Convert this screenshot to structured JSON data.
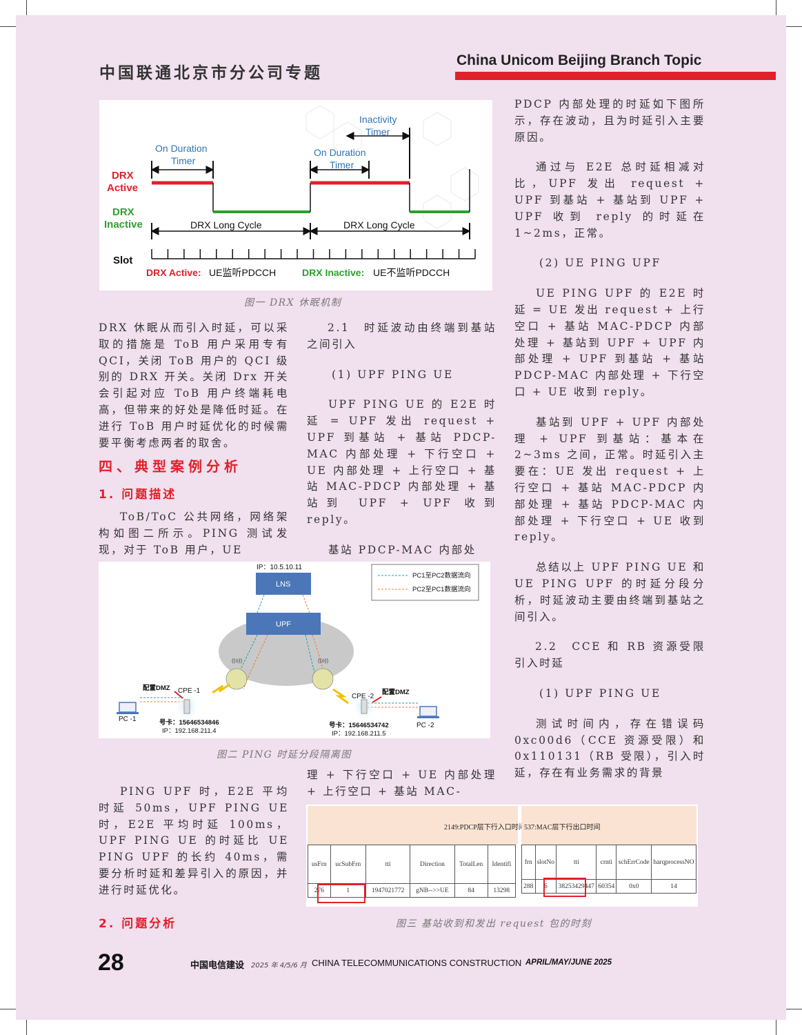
{
  "header": {
    "title_cn": "中国联通北京市分公司专题",
    "title_en": "China Unicom Beijing Branch Topic"
  },
  "figure1": {
    "caption": "图一 DRX 休眠机制",
    "labels": {
      "inactivity_timer_l1": "Inactivity",
      "inactivity_timer_l2": "Timer",
      "on_duration_l1": "On Duration",
      "on_duration_l2": "Timer",
      "drx_active_l1": "DRX",
      "drx_active_l2": "Active",
      "drx_inactive_l1": "DRX",
      "drx_inactive_l2": "Inactive",
      "long_cycle": "DRX Long Cycle",
      "slot": "Slot",
      "legend_active_key": "DRX Active:",
      "legend_active_val": "UE监听PDCCH",
      "legend_inactive_key": "DRX Inactive:",
      "legend_inactive_val": "UE不监听PDCCH"
    }
  },
  "figure2": {
    "caption": "图二 PING 时延分段隔离图",
    "labels": {
      "ip_top": "IP：10.5.10.11",
      "lns": "LNS",
      "upf": "UPF",
      "legend1": "PC1至PC2数据流向",
      "legend2": "PC2至PC1数据流向",
      "dmz1": "配置DMZ",
      "cpe1": "CPE -1",
      "pc1": "PC -1",
      "card1": "号卡：15646534846",
      "ip1": "IP：192.168.211.4",
      "dmz2": "配置DMZ",
      "cpe2": "CPE -2",
      "pc2": "PC -2",
      "card2": "号卡：15646534742",
      "ip2": "IP：192.168.211.5"
    }
  },
  "figure3": {
    "caption": "图三 基站收到和发出 request 包的时刻",
    "left_title": "2149:PDCP层下行入口时间",
    "left_headers": [
      "usFrn",
      "ucSubFrn",
      "tti",
      "Direction",
      "TotalLen",
      "Identifi"
    ],
    "left_row": [
      "276",
      "1",
      "1947021772",
      "gNB-->>UE",
      "84",
      "13298"
    ],
    "right_title": "537:MAC层下行出口时间",
    "right_headers": [
      "frn",
      "slotNo",
      "tti",
      "crnti",
      "schErrCode",
      "harqprocessNO"
    ],
    "right_row": [
      "288",
      "6",
      "38253429447",
      "60354",
      "0x0",
      "14"
    ]
  },
  "col1": {
    "p1": "DRX 休眠从而引入时延，可以采取的措施是 ToB 用户采用专有 QCI，关闭 ToB 用户的 QCI 级别的 DRX 开关。关闭 Drx 开关会引起对应 ToB 用户终端耗电高，但带来的好处是降低时延。在进行 ToB 用户时延优化的时候需要平衡考虑两者的取舍。",
    "section": "四、典型案例分析",
    "sub1": "1. 问题描述",
    "p2": "ToB/ToC 公共网络，网络架构如图二所示。PING 测试发现，对于 ToB 用户，UE",
    "p3": "PING UPF 时，E2E 平均时延 50ms，UPF PING UE 时，E2E 平均时延 100ms，UPF PING UE 的时延比 UE PING UPF 的长约 40ms，需要分析时延和差异引入的原因，并进行时延优化。",
    "sub2": "2. 问题分析"
  },
  "col2": {
    "p1": "2.1　时延波动由终端到基站之间引入",
    "p2": "(1) UPF PING UE",
    "p3": "UPF PING UE 的 E2E 时延 = UPF 发出 request + UPF 到基站 + 基站 PDCP-MAC 内部处理 + 下行空口 + UE 内部处理 + 上行空口 + 基站 MAC-PDCP 内部处理 + 基站到 UPF + UPF 收到 reply。",
    "p4": "基站 PDCP-MAC 内部处",
    "p5": "理 + 下行空口 + UE 内部处理 + 上行空口 + 基站 MAC-"
  },
  "col3": {
    "p1": "PDCP 内部处理的时延如下图所示，存在波动，且为时延引入主要原因。",
    "p2": "通过与 E2E 总时延相减对比，UPF 发出 request + UPF 到基站 + 基站到 UPF + UPF 收到 reply 的时延在 1~2ms，正常。",
    "p3": "(2) UE PING UPF",
    "p4": "UE PING UPF 的 E2E 时延 = UE 发出 request + 上行空口 + 基站 MAC-PDCP 内部处理 + 基站到 UPF + UPF 内部处理 + UPF 到基站 + 基站 PDCP-MAC 内部处理 + 下行空口 + UE 收到 reply。",
    "p5": "基站到 UPF + UPF 内部处理 + UPF 到基站：基本在 2~3ms 之间，正常。时延引入主要在：UE 发出 request + 上行空口 + 基站 MAC-PDCP 内部处理 + 基站 PDCP-MAC 内部处理 + 下行空口 + UE 收到 reply。",
    "p6": "总结以上 UPF PING UE 和 UE PING UPF 的时延分段分析，时延波动主要由终端到基站之间引入。",
    "p7": "2.2　CCE 和 RB 资源受限引入时延",
    "p8": "(1) UPF PING UE",
    "p9": "测试时间内，存在错误码 0xc00d6（CCE 资源受限）和 0x110131（RB 受限），引入时延，存在有业务需求的背景"
  },
  "footer": {
    "page_no": "28",
    "journal_cn": "中国电信建设",
    "issue_cn": "2025 年 4/5/6 月",
    "journal_en": "CHINA TELECOMMUNICATIONS CONSTRUCTION",
    "issue_en": "APRIL/MAY/JUNE 2025"
  },
  "colors": {
    "accent_red": "#e0202a",
    "page_bg": "#f1e0ee",
    "drx_green": "#2ca02c",
    "drx_blue": "#2e74b5"
  }
}
